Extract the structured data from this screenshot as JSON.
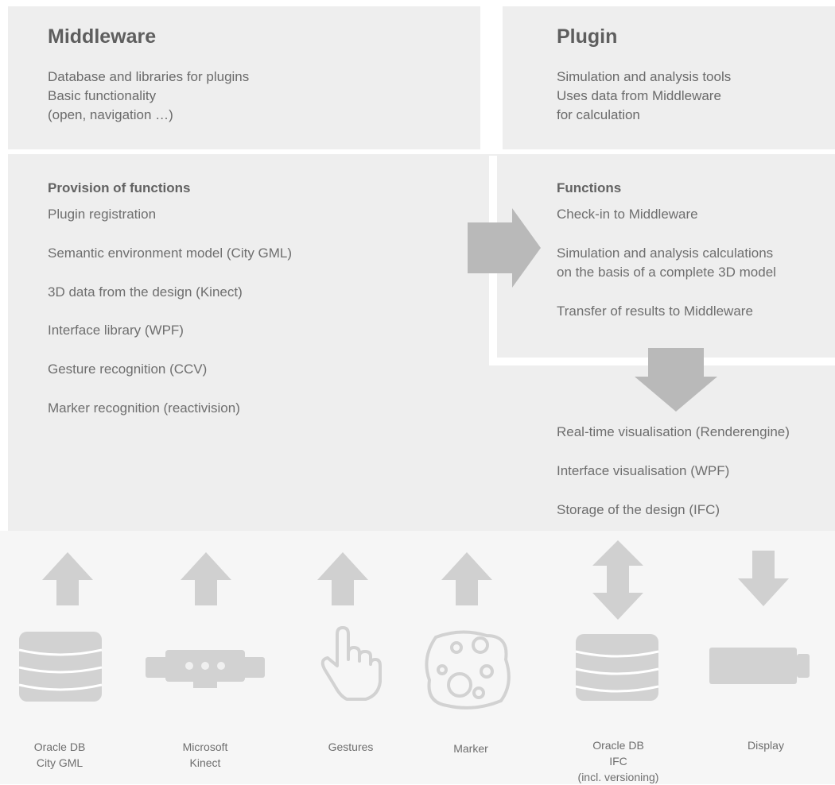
{
  "colors": {
    "panel": "#eeeeee",
    "arrow": "#b9b9b9",
    "icon": "#cfcfcf",
    "text": "#6a6a6a"
  },
  "middleware": {
    "title": "Middleware",
    "description": "Database and libraries for plugins\nBasic functionality\n(open, navigation …)",
    "heading": "Provision of functions",
    "items": [
      "Plugin registration",
      "Semantic environment model (City GML)",
      "3D data from the design (Kinect)",
      "Interface library (WPF)",
      "Gesture recognition (CCV)",
      "Marker recognition (reactivision)"
    ]
  },
  "plugin": {
    "title": "Plugin",
    "description": "Simulation and analysis tools\nUses data from Middleware\nfor calculation",
    "heading": "Functions",
    "items": [
      "Check-in to Middleware",
      "Simulation and analysis calculations",
      "on the basis of a complete 3D model",
      "Transfer of results to Middleware"
    ]
  },
  "output": {
    "items": [
      "Real-time visualisation (Renderengine)",
      "Interface visualisation (WPF)",
      "Storage of the design (IFC)"
    ]
  },
  "devices": [
    {
      "icon": "database-icon",
      "arrow": "up",
      "label": "Oracle DB\nCity GML"
    },
    {
      "icon": "kinect-icon",
      "arrow": "up",
      "label": "Microsoft\nKinect"
    },
    {
      "icon": "hand-gesture-icon",
      "arrow": "up",
      "label": "Gestures"
    },
    {
      "icon": "marker-icon",
      "arrow": "up",
      "label": "Marker"
    },
    {
      "icon": "database-icon",
      "arrow": "both",
      "label": "Oracle DB\nIFC\n(incl. versioning)"
    },
    {
      "icon": "display-icon",
      "arrow": "down",
      "label": "Display"
    }
  ]
}
